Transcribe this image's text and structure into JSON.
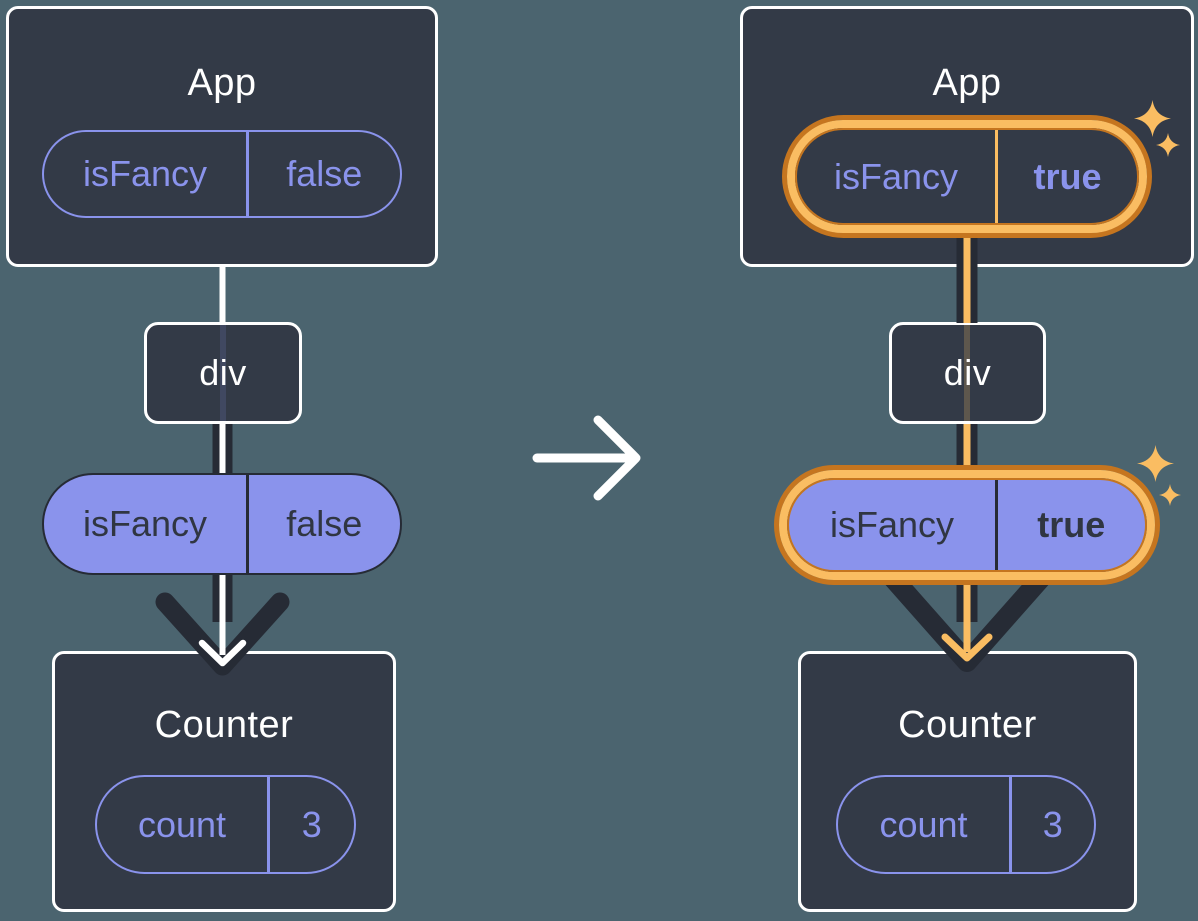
{
  "colors": {
    "background": "#4B646F",
    "card_fill": "#333A47",
    "card_border": "#FFFFFF",
    "purple_accent": "#8A93EC",
    "dark_stroke": "#262B35",
    "highlight_orange_dark": "#C5751F",
    "highlight_orange_light": "#FABD62",
    "title_text": "#FFFFFF"
  },
  "icons": {
    "transition_arrow": "right-arrow",
    "sparkle": "sparkle"
  },
  "left": {
    "app": {
      "title": "App"
    },
    "app_prop": {
      "name": "isFancy",
      "value": "false"
    },
    "div": {
      "title": "div"
    },
    "flow_prop": {
      "name": "isFancy",
      "value": "false"
    },
    "counter": {
      "title": "Counter"
    },
    "counter_state": {
      "name": "count",
      "value": "3"
    }
  },
  "right": {
    "app": {
      "title": "App"
    },
    "app_prop": {
      "name": "isFancy",
      "value": "true"
    },
    "div": {
      "title": "div"
    },
    "flow_prop": {
      "name": "isFancy",
      "value": "true"
    },
    "counter": {
      "title": "Counter"
    },
    "counter_state": {
      "name": "count",
      "value": "3"
    }
  }
}
